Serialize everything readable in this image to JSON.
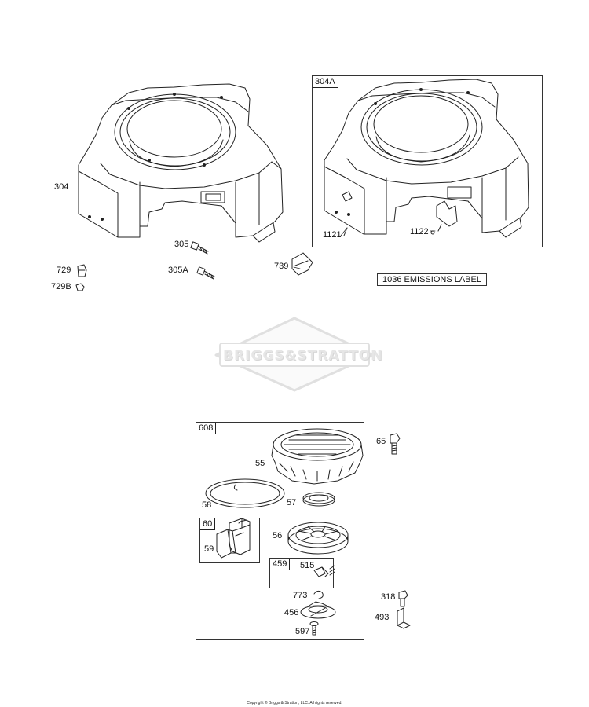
{
  "parts": {
    "p304": "304",
    "p304a": "304A",
    "p305": "305",
    "p305a": "305A",
    "p729": "729",
    "p729b": "729B",
    "p739": "739",
    "p1121": "1121",
    "p1122": "1122",
    "p1036": "1036 EMISSIONS LABEL",
    "p608": "608",
    "p55": "55",
    "p58": "58",
    "p57": "57",
    "p60": "60",
    "p59": "59",
    "p56": "56",
    "p459": "459",
    "p515": "515",
    "p773": "773",
    "p456": "456",
    "p597": "597",
    "p65": "65",
    "p318": "318",
    "p493": "493"
  },
  "watermark": "BRIGGS&STRATTON",
  "footer": {
    "copyright": "Copyright © Briggs & Stratton, LLC. All rights reserved."
  },
  "colors": {
    "line": "#222222",
    "watermark": "#e3e3e3"
  }
}
